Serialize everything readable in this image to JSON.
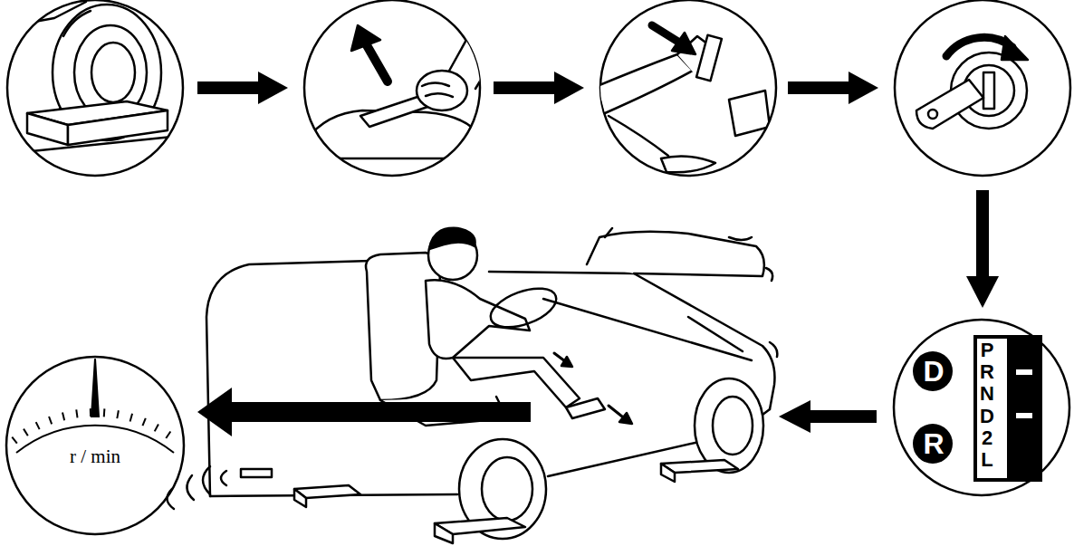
{
  "diagram": {
    "nodes": [
      {
        "text": [
          "D",
          "R",
          "P R N D 2 L"
        ]
      },
      {
        "text": [
          "r / min"
        ]
      }
    ]
  }
}
